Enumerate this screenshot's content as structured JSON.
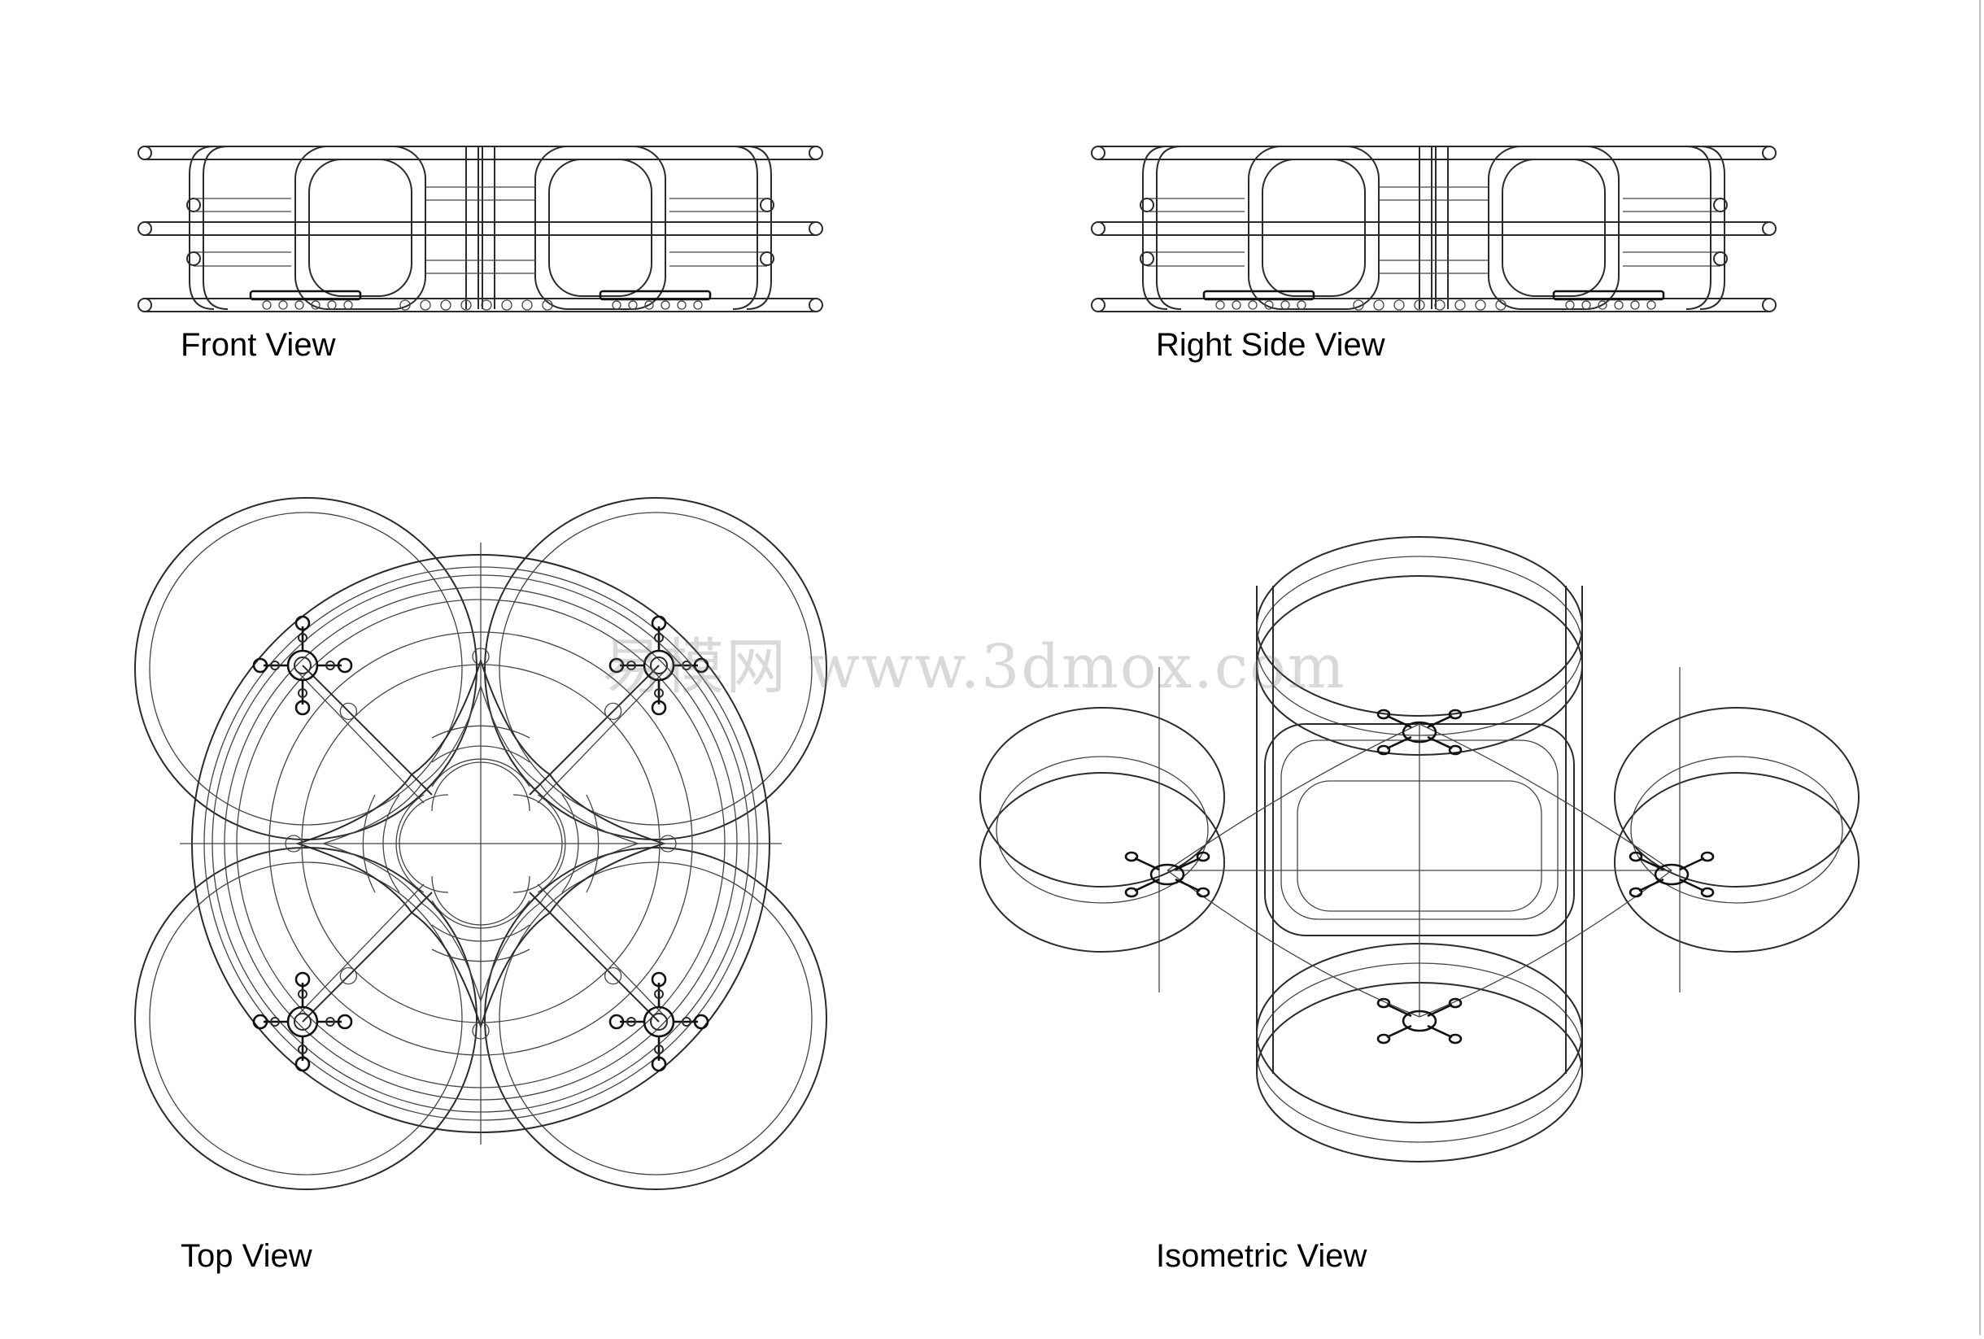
{
  "views": {
    "front": {
      "label": "Front View"
    },
    "right": {
      "label": "Right Side View"
    },
    "top": {
      "label": "Top View"
    },
    "isometric": {
      "label": "Isometric View"
    }
  },
  "watermark": {
    "text": "易模网 www.3dmox.com"
  },
  "colors": {
    "line": "#2b2b2b",
    "background": "#ffffff"
  }
}
